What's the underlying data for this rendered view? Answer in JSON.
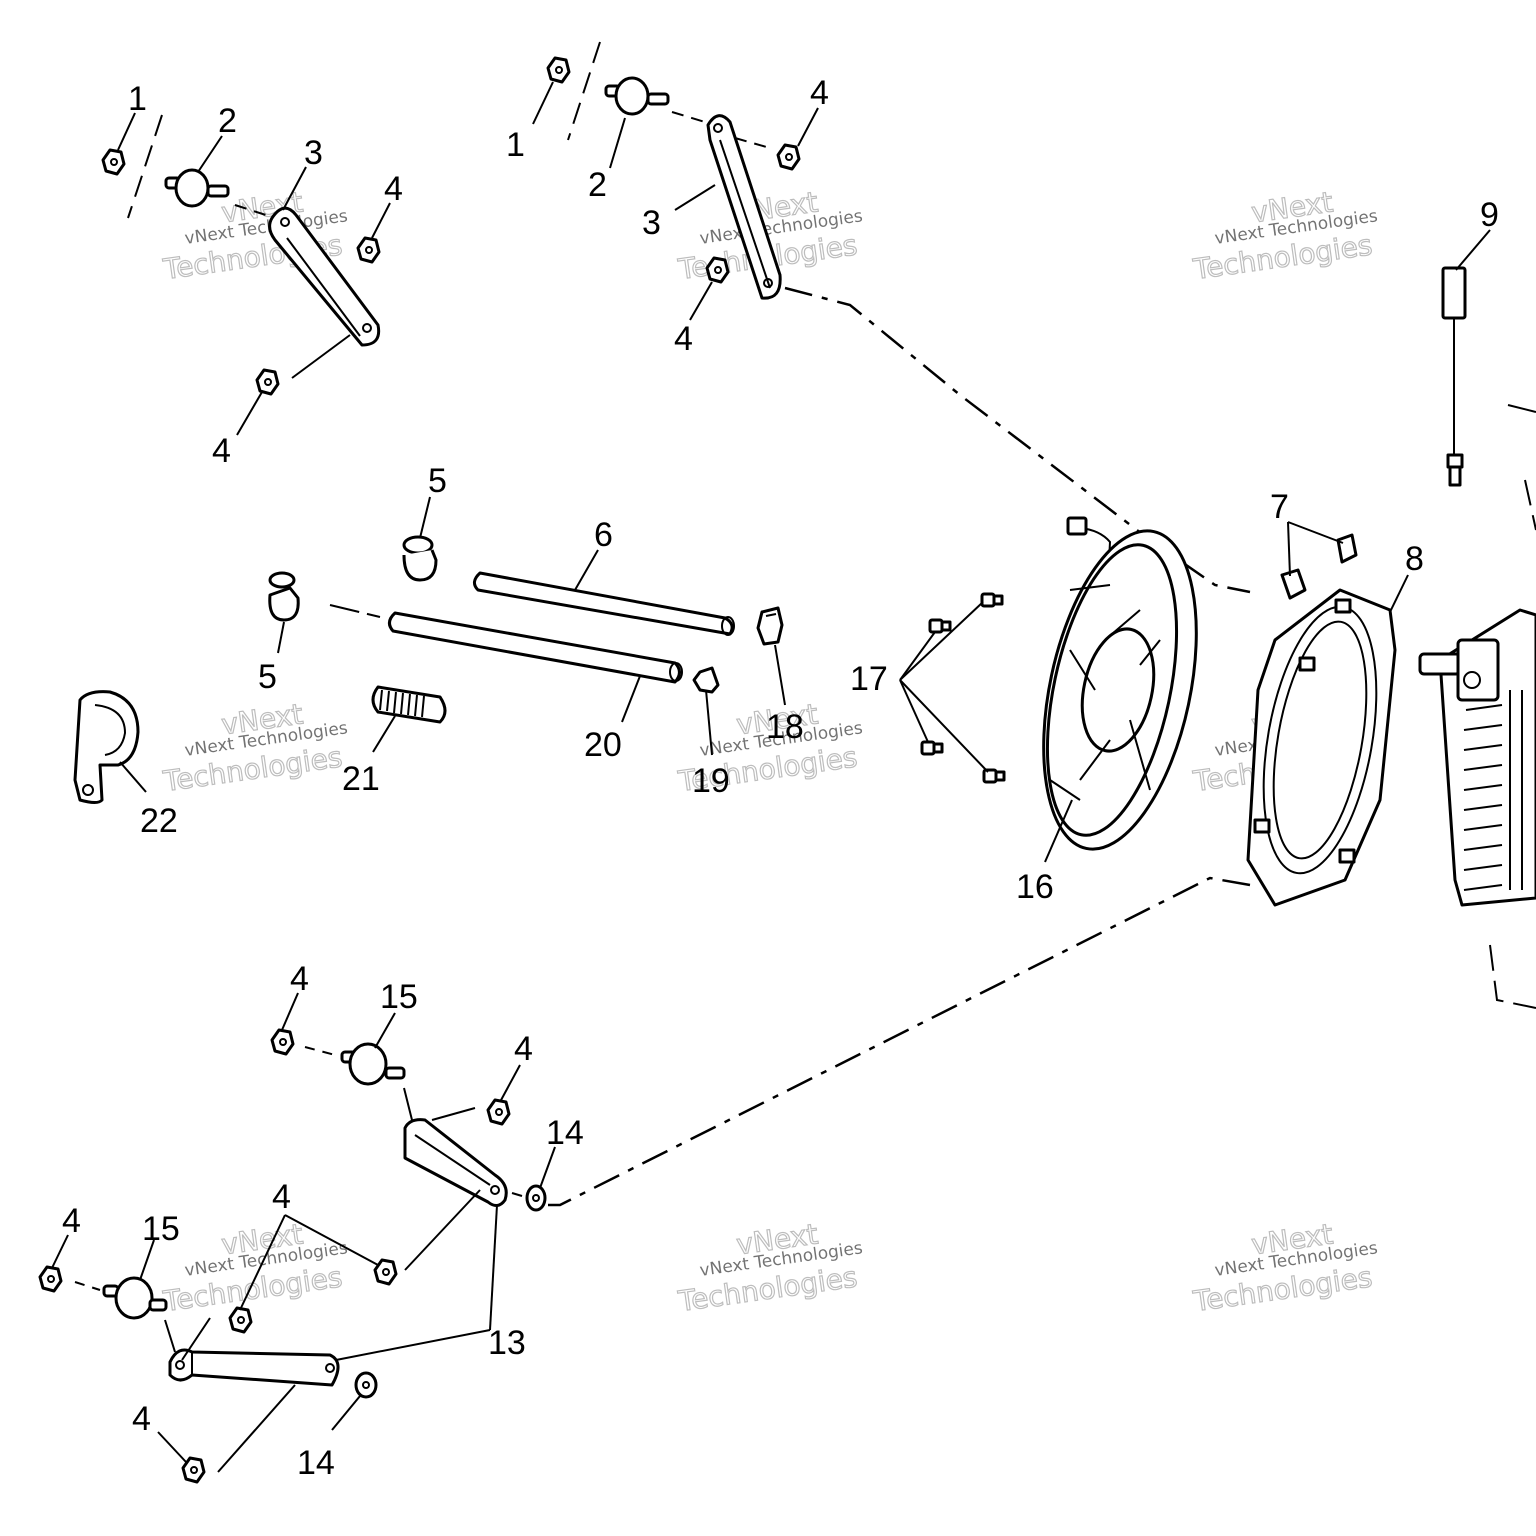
{
  "watermark": {
    "line1": "vNext",
    "line2": "vNext Technologies",
    "line3": "Technologies"
  },
  "callouts": {
    "c1a": "1",
    "c2a": "2",
    "c3a": "3",
    "c4a": "4",
    "c4b": "4",
    "c1b": "1",
    "c2b": "2",
    "c3b": "3",
    "c4c": "4",
    "c4d": "4",
    "c5a": "5",
    "c5b": "5",
    "c6": "6",
    "c7": "7",
    "c8": "8",
    "c9": "9",
    "c13": "13",
    "c14a": "14",
    "c14b": "14",
    "c15a": "15",
    "c15b": "15",
    "c16": "16",
    "c17": "17",
    "c18": "18",
    "c19": "19",
    "c20": "20",
    "c21": "21",
    "c22": "22",
    "c4e": "4",
    "c4f": "4",
    "c4g": "4",
    "c4h": "4",
    "c4i": "4"
  }
}
